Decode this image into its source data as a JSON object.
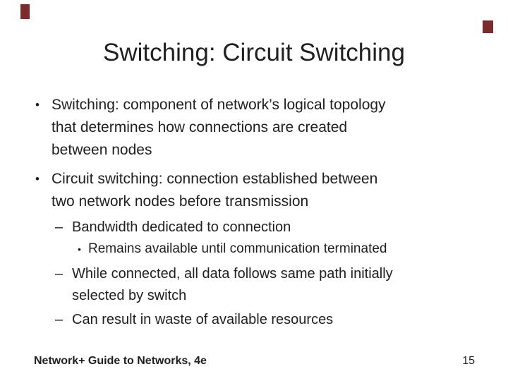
{
  "slide": {
    "title": "Switching: Circuit Switching",
    "bullets": [
      {
        "level": 1,
        "marker": "•",
        "text": "Switching: component of network’s logical topology that determines how connections are created between nodes"
      },
      {
        "level": 1,
        "marker": "•",
        "text": "Circuit switching: connection established between two network nodes before transmission"
      },
      {
        "level": 2,
        "marker": "–",
        "text": "Bandwidth dedicated to connection"
      },
      {
        "level": 3,
        "marker": "•",
        "text": "Remains available until communication terminated"
      },
      {
        "level": 2,
        "marker": "–",
        "text": "While connected, all data follows same path initially selected by switch"
      },
      {
        "level": 2,
        "marker": "–",
        "text": "Can result in waste of available resources"
      }
    ],
    "footer": {
      "left": "Network+ Guide to Networks, 4e",
      "page_number": "15"
    },
    "colors": {
      "accent": "#7b2b2b",
      "text": "#202020",
      "background": "#ffffff"
    }
  }
}
